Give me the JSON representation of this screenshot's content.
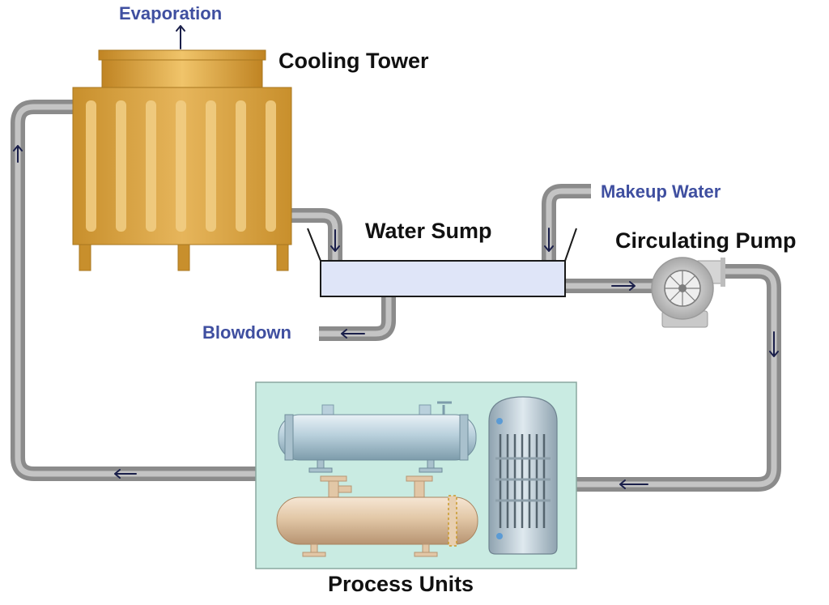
{
  "labels": {
    "cooling_tower": "Cooling Tower",
    "evaporation": "Evaporation",
    "water_sump": "Water Sump",
    "makeup_water": "Makeup Water",
    "circulating_pump": "Circulating Pump",
    "blowdown": "Blowdown",
    "process_units": "Process Units"
  },
  "colors": {
    "pipe": "#9a9a9a",
    "tower": "#d9a545",
    "sump_water": "#dfe5f8",
    "process_box": "#c9ebe2",
    "label_blue": "#3f4fa0",
    "label_dark": "#111111",
    "arrow": "#1a1f4a"
  },
  "icons": [
    "up-arrow-icon",
    "down-arrow-icon",
    "right-arrow-icon",
    "left-arrow-icon",
    "fan-icon"
  ]
}
